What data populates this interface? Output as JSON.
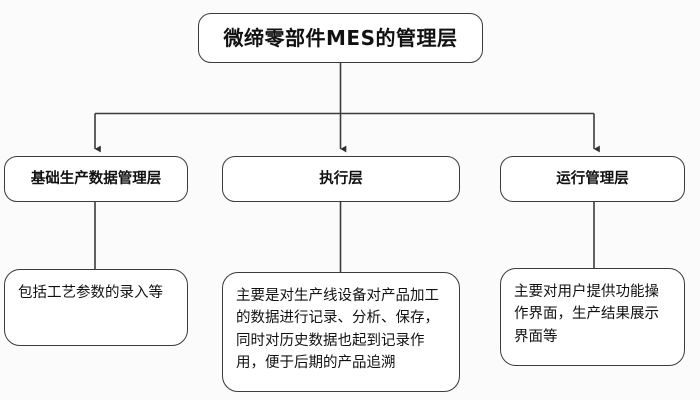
{
  "diagram": {
    "type": "org-tree",
    "background_color": "#fbfbfb",
    "line_color": "#3b3b3b",
    "box_fill": "#ffffff",
    "title": {
      "text": "微缔零部件MES的管理层"
    },
    "layers": [
      {
        "id": "basic-production-data",
        "label": "基础生产数据管理层",
        "description": "包括工艺参数的录入等"
      },
      {
        "id": "execution",
        "label": "执行层",
        "description": "主要是对生产线设备对产品加工的数据进行记录、分析、保存，同时对历史数据也起到记录作用，便于后期的产品追溯"
      },
      {
        "id": "operation-management",
        "label": "运行管理层",
        "description": "主要对用户提供功能操作界面，生产结果展示界面等"
      }
    ]
  }
}
